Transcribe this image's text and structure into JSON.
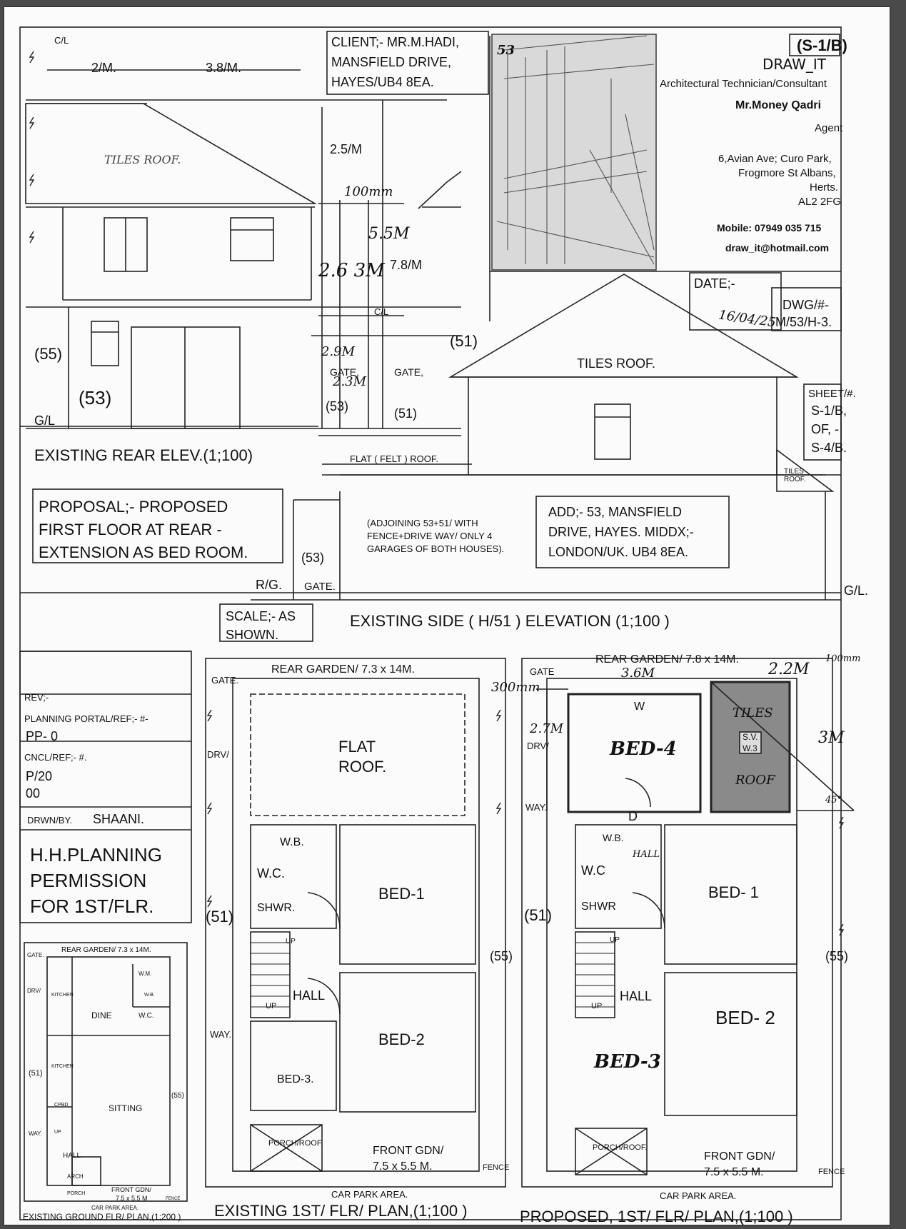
{
  "sheet_code": "(S-1/B)",
  "client": {
    "lines": [
      "CLIENT;- MR.M.HADI,",
      "MANSFIELD DRIVE,",
      "HAYES/UB4 8EA."
    ]
  },
  "agency": {
    "brand": "DRAW_IT",
    "role": "Architectural Technician/Consultant",
    "name": "Mr.Money Qadri",
    "title": "Agent",
    "address": [
      "6,Avian Ave; Curo Park,",
      "Frogmore St Albans,",
      "Herts.",
      "AL2 2FG"
    ],
    "mobile": "Mobile: 07949 035 715",
    "email": "draw_it@hotmail.com",
    "sketch_mark": "53"
  },
  "date_block": {
    "label": "DATE;-",
    "value": "16/04/25"
  },
  "dwg_block": {
    "label": "DWG/#-",
    "value": "M/53/H-3."
  },
  "sheet_block": {
    "lines": [
      "SHEET/#.",
      "S-1/B,",
      "OF, -",
      "S-4/B."
    ]
  },
  "rear_elevation": {
    "dims": [
      "C/L",
      "2/M.",
      "3.8/M.",
      "2.5/M",
      "100mm",
      "5.5M",
      "2.6 3M",
      "7.8/M",
      "C/L",
      "2.9M",
      "2.3M"
    ],
    "roof_label": "TILES ROOF.",
    "labels": [
      "(55)",
      "(53)",
      "G/L",
      "GATE,",
      "(53)",
      "GATE,",
      "(51)",
      "(51)"
    ],
    "title": "EXISTING REAR ELEV.(1;100)"
  },
  "side_elevation": {
    "roof_label": "TILES ROOF.",
    "small_roof": "TILES ROOF.",
    "flat_roof": "FLAT ( FELT ) ROOF.",
    "adjoining": [
      "(ADJOINING 53+51/ WITH",
      "FENCE+DRIVE WAY/ ONLY 4",
      "GARAGES OF BOTH HOUSES)."
    ],
    "address": [
      "ADD;- 53, MANSFIELD",
      "DRIVE, HAYES. MIDDX;-",
      "LONDON/UK.  UB4 8EA."
    ],
    "labels": [
      "(53)",
      "R/G.",
      "GATE.",
      "G/L."
    ],
    "title": "EXISTING SIDE ( H/51 ) ELEVATION  (1;100 )"
  },
  "proposal": {
    "lines": [
      "PROPOSAL;- PROPOSED",
      "FIRST FLOOR AT REAR -",
      "EXTENSION AS BED ROOM."
    ]
  },
  "scale": {
    "lines": [
      "SCALE;- AS",
      "SHOWN."
    ]
  },
  "title_block": {
    "rev": "REV;-",
    "planning_portal": "PLANNING PORTAL/REF;- #-",
    "pp": "PP- 0",
    "cncl_ref": "CNCL/REF;- #.",
    "p_ref": [
      "P/20",
      "00"
    ],
    "drawn_by_label": "DRWN/BY.",
    "drawn_by": "SHAANI.",
    "permission": [
      "H.H.PLANNING",
      "PERMISSION",
      "FOR 1ST/FLR."
    ]
  },
  "ground_plan": {
    "rear_garden": "REAR GARDEN/ 7.3 x 14M.",
    "rooms": [
      "GATE.",
      "DRV/",
      "KITCHEN",
      "DINE",
      "W.M.",
      "W.B.",
      "W.C.",
      "(51)",
      "KITCHEN",
      "SITTING",
      "(55)",
      "CPBD",
      "WAY.",
      "UP",
      "HALL",
      "ARCH",
      "PORCH",
      "FRONT GDN/",
      "7.5 x 5.5 M",
      "FENCE",
      "CAR PARK AREA."
    ],
    "title": "EXISTING GROUND FLR/ PLAN,(1;200 )"
  },
  "existing_first_plan": {
    "rear_garden": "REAR GARDEN/ 7.3 x 14M.",
    "rooms": [
      "GATE.",
      "FLAT",
      "ROOF.",
      "DRV/",
      "W.B.",
      "W.C.",
      "SHWR.",
      "BED-1",
      "(51)",
      "UP",
      "HALL",
      "UP",
      "(55)",
      "BED-2",
      "WAY.",
      "BED-3.",
      "PORCH/ROOF.",
      "FRONT GDN/",
      "7.5 x 5.5 M.",
      "FENCE",
      "CAR PARK AREA."
    ],
    "title": "EXISTING 1ST/ FLR/ PLAN,(1;100 )"
  },
  "proposed_first_plan": {
    "rear_garden": "REAR GARDEN/ 7.8 x 14M.",
    "dims": [
      "3.6M",
      "2.2M",
      "100mm",
      "300mm",
      "2.7M",
      "3M",
      "45°"
    ],
    "rooms": [
      "GATE",
      "DRV/",
      "W",
      "BED-4",
      "TILES",
      "S.V.",
      "W.3",
      "ROOF",
      "WAY.",
      "D",
      "W.B.",
      "HALL",
      "W.C",
      "SHWR",
      "BED- 1",
      "(51)",
      "UP",
      "HALL",
      "UP",
      "(55)",
      "BED- 2",
      "BED-3",
      "PORCH/ROOF.",
      "FRONT GDN/",
      "7.5 x 5.5 M.",
      "FENCE",
      "CAR PARK AREA."
    ],
    "title": "PROPOSED, 1ST/ FLR/ PLAN,(1;100 )"
  }
}
